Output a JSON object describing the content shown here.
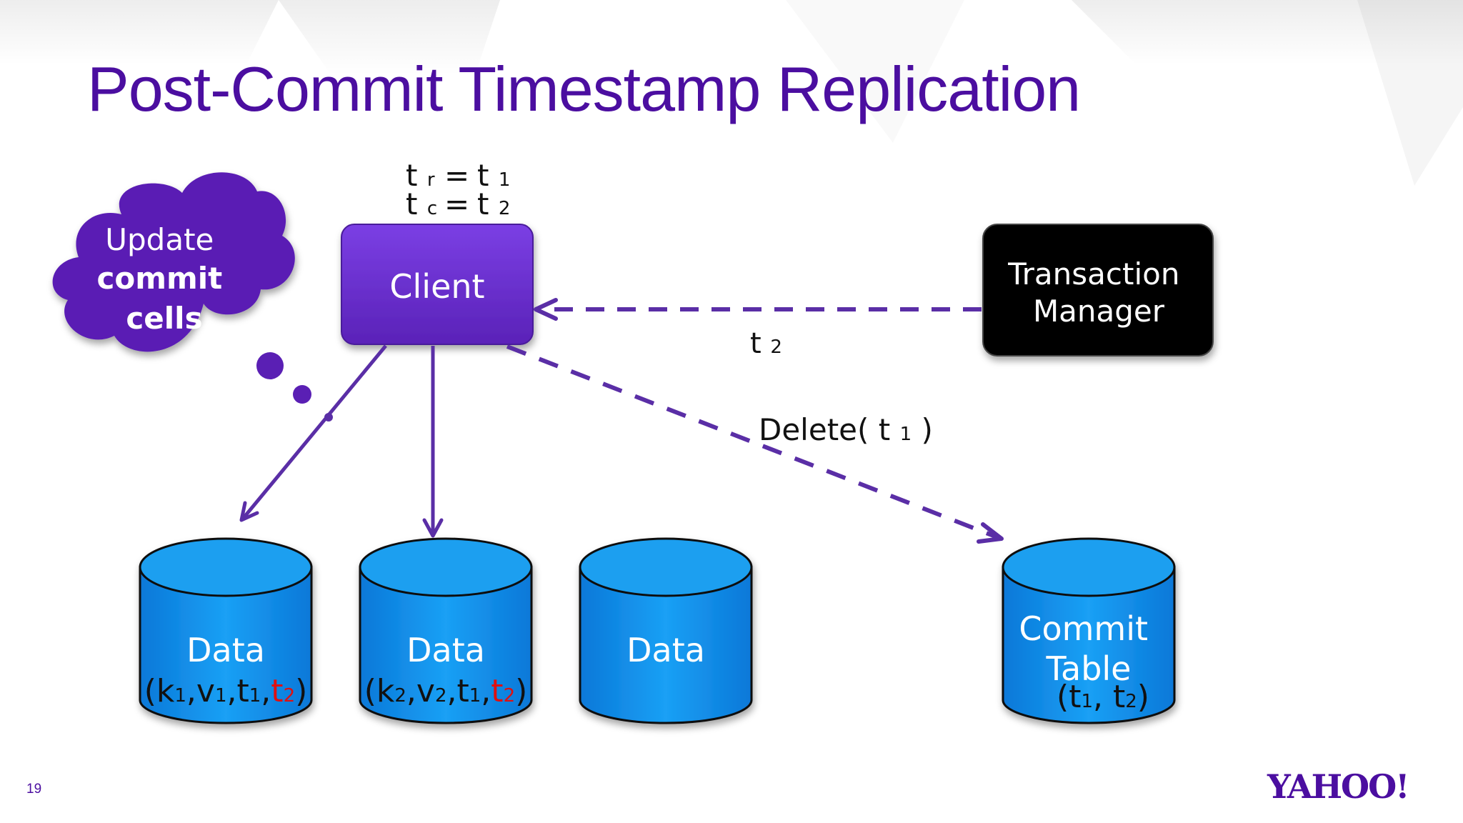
{
  "slide": {
    "title": "Post-Commit Timestamp Replication",
    "page_number": "19",
    "logo": "YAHOO!"
  },
  "colors": {
    "title": "#4b0ea0",
    "client_fill": "#6a2fd0",
    "arrow": "#5a2ea6",
    "cylinder": "#1296ee",
    "tm_fill": "#000000",
    "highlight": "#e01010"
  },
  "diagram": {
    "client_timestamps": [
      {
        "base": "t",
        "sub": "r",
        "eq": "=",
        "rhs_base": "t",
        "rhs_sub": "1"
      },
      {
        "base": "t",
        "sub": "c",
        "eq": "=",
        "rhs_base": "t",
        "rhs_sub": "2"
      }
    ],
    "thought_bubble": {
      "line1": "Update",
      "line2": "commit",
      "line3": "cells"
    },
    "client_label": "Client",
    "transaction_manager": {
      "line1": "Transaction",
      "line2": "Manager"
    },
    "t2_arrow_label": {
      "base": "t",
      "sub": "2"
    },
    "delete_label": {
      "prefix": "Delete(",
      "base": "t",
      "sub": "1",
      "suffix": ")"
    },
    "data_stores": [
      {
        "label": "Data",
        "tuple": [
          {
            "text": "(k",
            "sub": "1"
          },
          {
            "text": ",v",
            "sub": "1"
          },
          {
            "text": ",t",
            "sub": "1"
          },
          {
            "text": ",",
            "sub": ""
          },
          {
            "text": "t",
            "sub": "2",
            "highlight": true
          },
          {
            "text": ")",
            "sub": ""
          }
        ]
      },
      {
        "label": "Data",
        "tuple": [
          {
            "text": "(k",
            "sub": "2"
          },
          {
            "text": ",v",
            "sub": "2"
          },
          {
            "text": ",t",
            "sub": "1"
          },
          {
            "text": ",",
            "sub": ""
          },
          {
            "text": "t",
            "sub": "2",
            "highlight": true
          },
          {
            "text": ")",
            "sub": ""
          }
        ]
      },
      {
        "label": "Data",
        "tuple": []
      }
    ],
    "commit_table": {
      "line1": "Commit",
      "line2": "Table",
      "tuple": [
        {
          "text": "(t",
          "sub": "1"
        },
        {
          "text": ",  t",
          "sub": "2"
        },
        {
          "text": ")",
          "sub": ""
        }
      ]
    }
  }
}
